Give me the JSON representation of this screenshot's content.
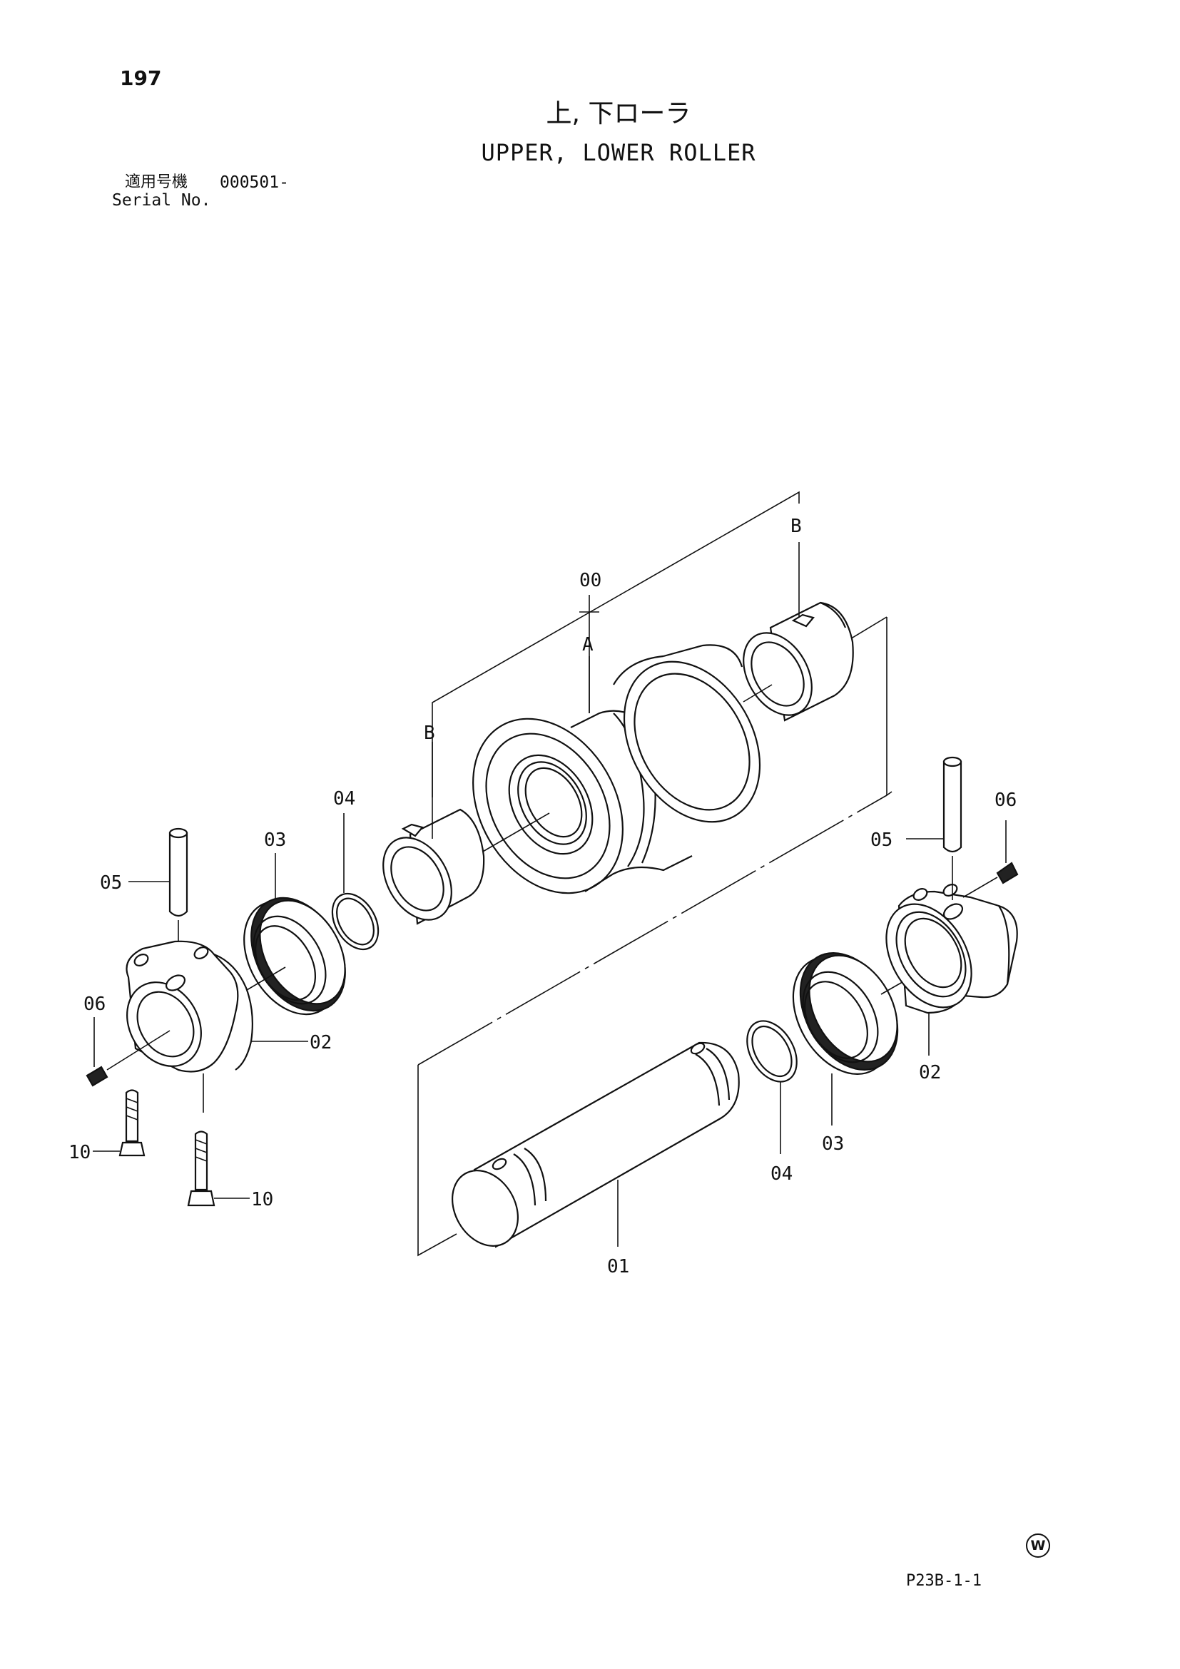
{
  "header": {
    "page_number": "197",
    "title_ja": "上, 下ローラ",
    "title_en": "UPPER, LOWER ROLLER",
    "serial_label_ja": "適用号機",
    "serial_value": "000501-",
    "serial_label_en": "Serial No."
  },
  "footer": {
    "mark": "W",
    "figure_code": "P23B-1-1"
  },
  "callouts": {
    "assembly": "00",
    "roller_body": "A",
    "bushing_right": "B",
    "bushing_left": "B",
    "shaft": "01",
    "collar_left": "02",
    "collar_right": "02",
    "seal_left": "03",
    "seal_right": "03",
    "oring_left": "04",
    "oring_right": "04",
    "pin_left": "05",
    "pin_right": "05",
    "plug_left": "06",
    "plug_right": "06",
    "bolt_a": "10",
    "bolt_b": "10"
  }
}
